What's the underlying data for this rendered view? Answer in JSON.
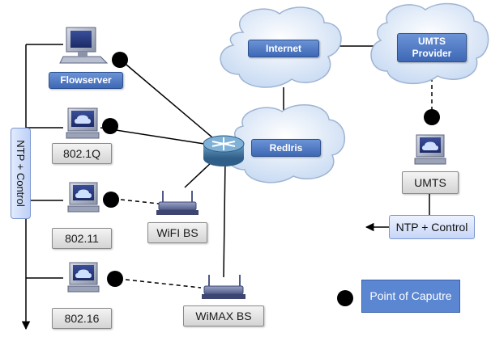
{
  "labels": {
    "flowserver": "Flowserver",
    "internet": "Internet",
    "umts_provider": "UMTS Provider",
    "rediris": "RedIris",
    "vlan": "802.1Q",
    "wifi": "802.11",
    "wimax": "802.16",
    "wifi_bs": "WiFI BS",
    "wimax_bs": "WiMAX BS",
    "umts": "UMTS",
    "ntp_control_left": "NTP + Control",
    "ntp_control_right": "NTP + Control",
    "legend": "Point of Caputre"
  },
  "colors": {
    "node_blue": "#4a74c0",
    "cloud": "#dce8fa",
    "capture_point": "#000000"
  }
}
